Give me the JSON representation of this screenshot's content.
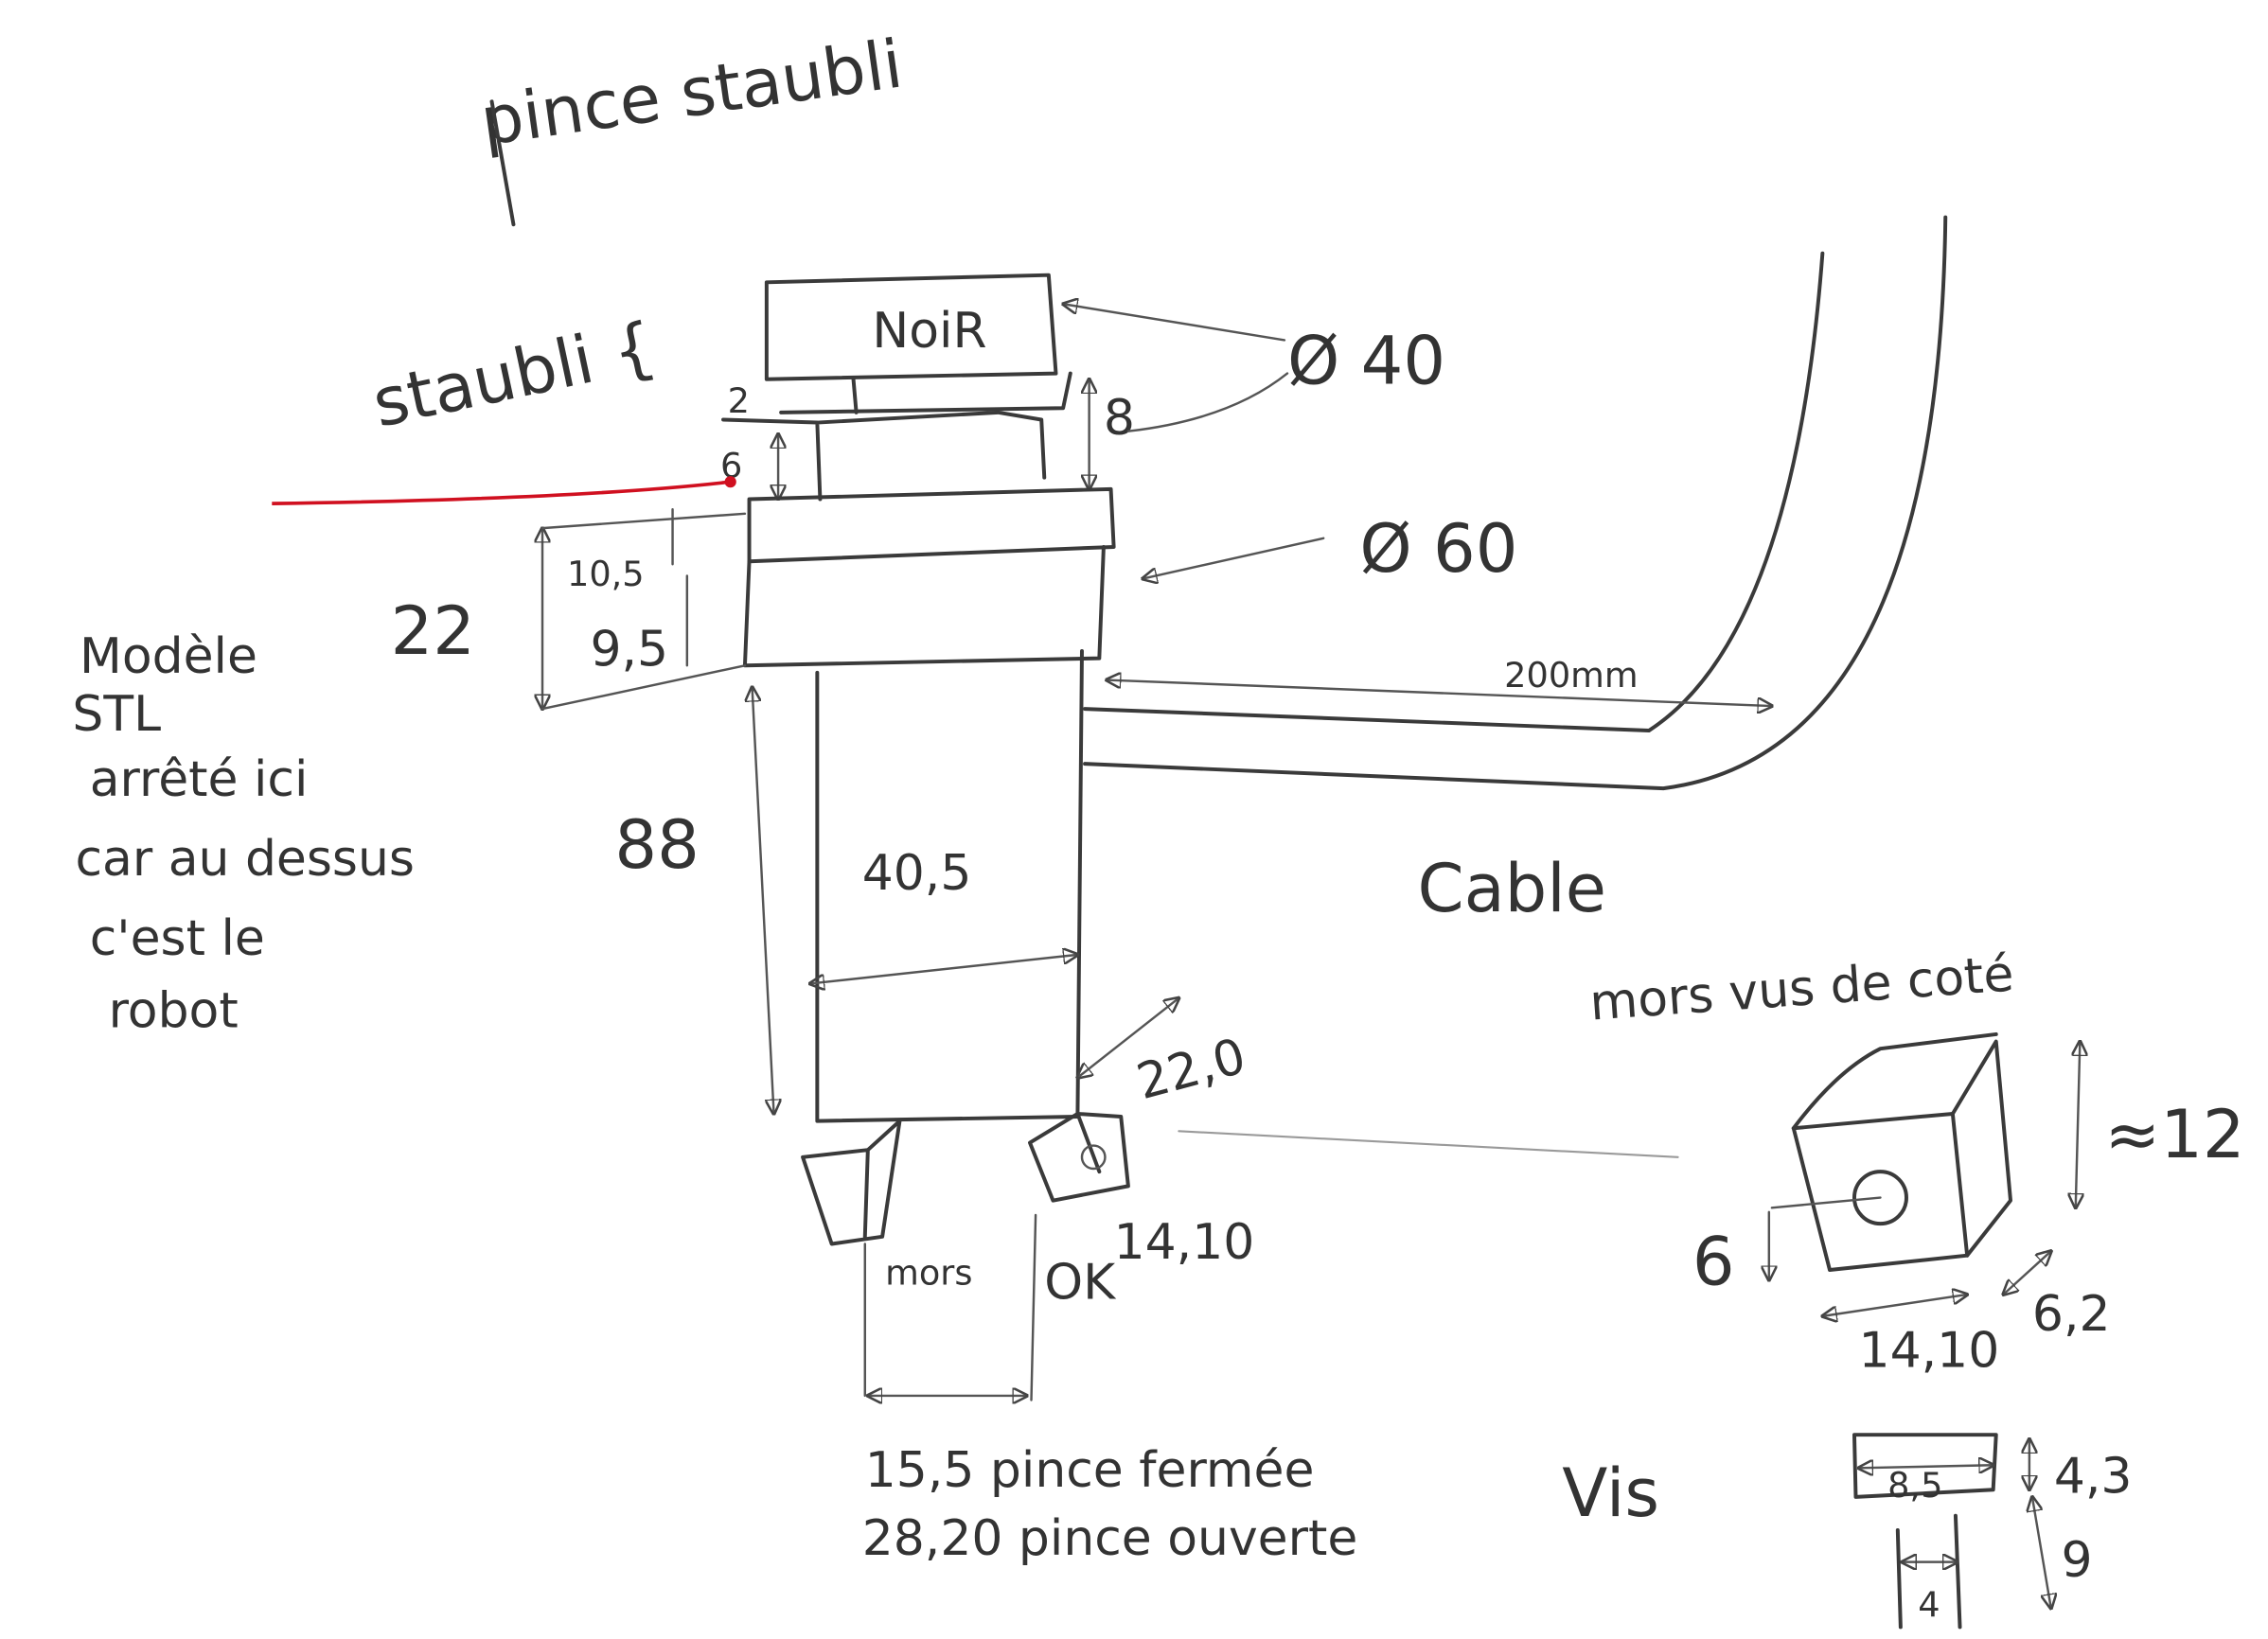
{
  "title": "pince staubli",
  "labels": {
    "staubli": "staubli {",
    "noir": "NoiR",
    "dia40": "Ø 40",
    "dim2": "2",
    "dim6": "6",
    "dim8": "8",
    "dia60": "Ø 60",
    "dim22": "22",
    "dim10_5": "10,5",
    "dim9_5": "9,5",
    "note_lines": [
      "Modèle",
      "STL",
      "arrêté ici",
      "car au dessus",
      "c'est le",
      "robot"
    ],
    "dim88": "88",
    "dim40_5": "40,5",
    "cable_length": "200mm",
    "cable": "Cable",
    "dim22_0": "22,0",
    "mors": "mors",
    "ok": "OK",
    "dim14_10": "14,10",
    "closed": "15,5  pince fermée",
    "open": "28,20  pince ouverte"
  },
  "jaw_view": {
    "title": "mors vus de coté",
    "height": "≈12",
    "dim6": "6",
    "width": "14,10",
    "depth": "6,2"
  },
  "screw": {
    "title": "Vis",
    "head_width": "8,5",
    "head_height": "4,3",
    "shank_width": "4",
    "shank_length": "9"
  },
  "colors": {
    "ink": "#3a3a3a",
    "red_line": "#d01020"
  }
}
